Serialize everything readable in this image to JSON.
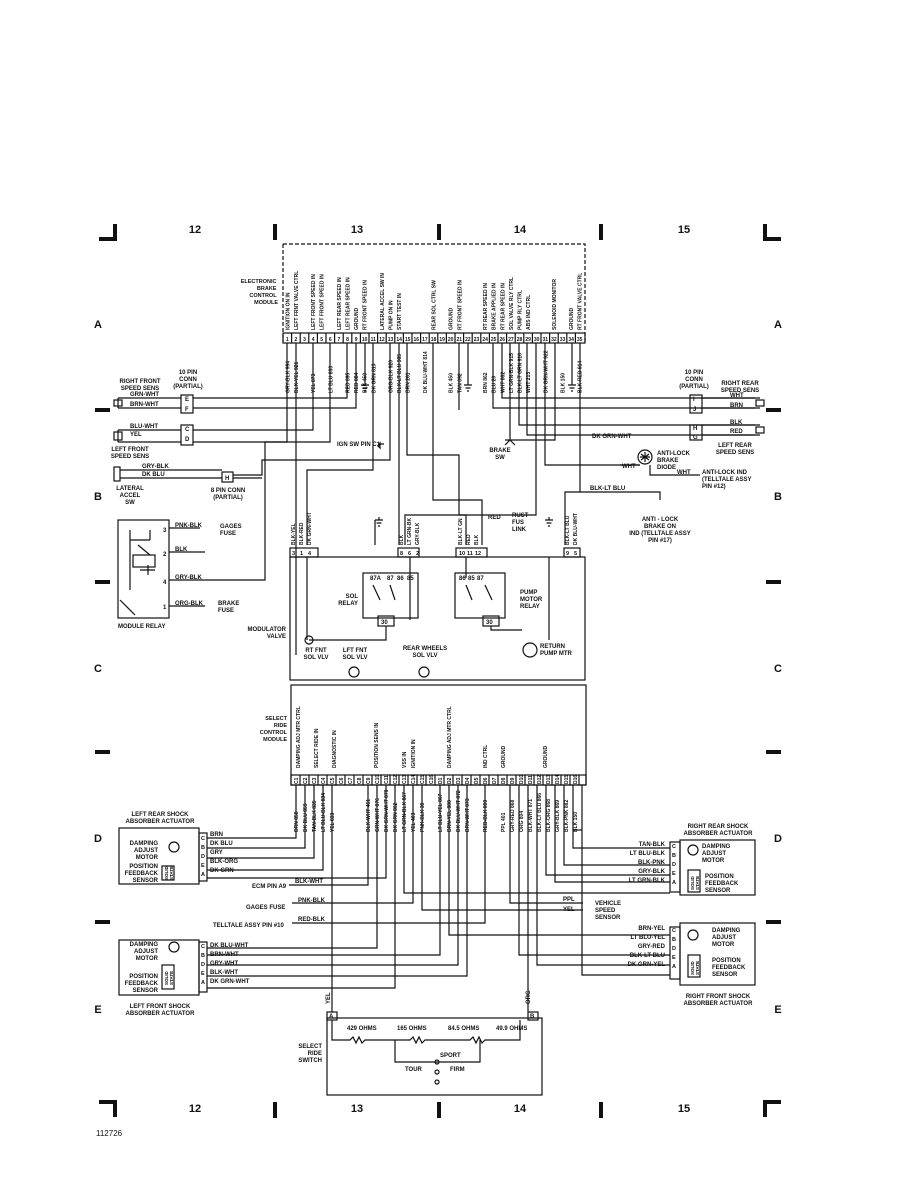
{
  "grid": {
    "columns": [
      "12",
      "13",
      "14",
      "15"
    ],
    "rows": [
      "A",
      "B",
      "C",
      "D",
      "E"
    ]
  },
  "ebcm": {
    "title": [
      "ELECTRONIC",
      "BRAKE",
      "CONTROL",
      "MODULE"
    ],
    "pin_labels": [
      "IGNITION ON IN",
      "LEFT FRNT VALVE CTRL",
      "",
      "LEFT FRONT SPEED IN",
      "LEFT FRONT SPEED IN",
      "",
      "LEFT REAR SPEED IN",
      "LEFT REAR SPEED IN",
      "GROUND",
      "RT FRONT SPEED IN",
      "",
      "LATERAL ACCEL SW IN",
      "PUMP ON IN",
      "START TEST IN",
      "",
      "",
      "",
      "REAR SOL CTRL SW",
      "",
      "GROUND",
      "RT FRONT SPEED IN",
      "",
      "",
      "RT REAR SPEED IN",
      "BRAKE APPLIED IN",
      "RT REAR SPEED IN",
      "SOL VALVE RLY CTRL",
      "PUMP RLY CTRL",
      "ABS IND CTRL",
      "",
      "",
      "SOLENOID MONITOR",
      "",
      "GROUND",
      "RT FRONT VALVE CTRL"
    ],
    "pins": [
      "1",
      "2",
      "3",
      "4",
      "5",
      "6",
      "7",
      "8",
      "9",
      "10",
      "11",
      "12",
      "13",
      "14",
      "15",
      "16",
      "17",
      "18",
      "19",
      "20",
      "21",
      "22",
      "23",
      "24",
      "25",
      "26",
      "27",
      "28",
      "29",
      "30",
      "31",
      "32",
      "33",
      "34",
      "35"
    ],
    "wires": [
      {
        "pin": 1,
        "label": "GRY-BLK 994"
      },
      {
        "pin": 2,
        "label": "BLK-YEL 921"
      },
      {
        "pin": 4,
        "label": "YEL 873"
      },
      {
        "pin": 6,
        "label": "LT BLU 833"
      },
      {
        "pin": 8,
        "label": "RED 895"
      },
      {
        "pin": 9,
        "label": "RED 884"
      },
      {
        "pin": 10,
        "label": "BLK 450"
      },
      {
        "pin": 11,
        "label": "DK GRN 813"
      },
      {
        "pin": 13,
        "label": "ORG-BLK 920"
      },
      {
        "pin": 14,
        "label": "BLK-LT BLU 985"
      },
      {
        "pin": 15,
        "label": "BRN 261"
      },
      {
        "pin": 17,
        "label": "DK BLU-WHT 814"
      },
      {
        "pin": 20,
        "label": "BLK 450"
      },
      {
        "pin": 21,
        "label": "TAN 892"
      },
      {
        "pin": 24,
        "label": "BRN 862"
      },
      {
        "pin": 25,
        "label": "BLU 20"
      },
      {
        "pin": 26,
        "label": "WHT 882"
      },
      {
        "pin": 27,
        "label": "LT GRN-BLK 915"
      },
      {
        "pin": 28,
        "label": "BLK-LT GRN 916"
      },
      {
        "pin": 29,
        "label": "WHT 213"
      },
      {
        "pin": 31,
        "label": "DK GRN-WHT 922"
      },
      {
        "pin": 33,
        "label": "BLK 150"
      },
      {
        "pin": 35,
        "label": "BLK-RED 914"
      }
    ]
  },
  "left_speed": {
    "rf_name": [
      "RIGHT FRONT",
      "SPEED SENS"
    ],
    "conn": [
      "10 PIN",
      "CONN",
      "(PARTIAL)"
    ],
    "rf_wires": [
      "GRN-WHT",
      "BRN-WHT"
    ],
    "rf_pins": [
      "E",
      "F"
    ],
    "lf_wires": [
      "BLU-WHT",
      "YEL"
    ],
    "lf_pins": [
      "C",
      "D"
    ],
    "lf_name": [
      "LEFT FRONT",
      "SPEED SENS"
    ]
  },
  "right_speed": {
    "conn": [
      "10 PIN",
      "CONN",
      "(PARTIAL)"
    ],
    "rr_name": [
      "RIGHT REAR",
      "SPEED SENS"
    ],
    "rr_wires": [
      "WHT",
      "BRN"
    ],
    "rr_pins": [
      "I",
      "J"
    ],
    "lr_wires": [
      "BLK",
      "RED"
    ],
    "lr_pins": [
      "H",
      "G"
    ],
    "lr_name": [
      "LEFT REAR",
      "SPEED SENS"
    ]
  },
  "misc_b": {
    "ign_sw": "IGN SW PIN C1",
    "brake_sw": [
      "BRAKE",
      "SW"
    ],
    "dk_grn_wht": "DK GRN-WHT",
    "wht": "WHT",
    "diode": [
      "ANTI-LOCK",
      "BRAKE",
      "DIODE"
    ],
    "anti_lock_ind": [
      "ANTI-LOCK IND",
      "(TELLTALE ASSY",
      "PIN #12)"
    ],
    "blk_lt_blu": "BLK-LT BLU",
    "brake_on": [
      "ANTI - LOCK",
      "BRAKE ON",
      "IND (TELLTALE ASSY",
      "PIN #17)"
    ],
    "lat_wires": [
      "GRY-BLK",
      "DK BLU"
    ],
    "lat_name": [
      "LATERAL",
      "ACCEL",
      "SW"
    ],
    "eight_pin": [
      "8 PIN CONN",
      "(PARTIAL)"
    ],
    "eight_pin_letter": "H",
    "rust_fus": [
      "RUST",
      "FUS",
      "LINK"
    ],
    "red": "RED"
  },
  "module_relay": {
    "name": "MODULE RELAY",
    "pins": [
      "3",
      "2",
      "4",
      "1"
    ],
    "wires": [
      "PNK-BLK",
      "BLK",
      "GRY-BLK",
      "ORG-BLK"
    ],
    "gages": [
      "GAGES",
      "FUSE"
    ],
    "brake_fuse": [
      "BRAKE",
      "FUSE"
    ]
  },
  "modulator": {
    "name": [
      "MODULATOR",
      "VALVE"
    ],
    "top_wires": [
      "BLK-YEL",
      "BLK-RED",
      "DK GRN-WHT",
      "BLK",
      "LT GRN-BK",
      "GRY-BLK",
      "BLK-LT GN",
      "RED",
      "BLK",
      "BLK-LT BLU",
      "DK BLU-WHT"
    ],
    "top_pins": [
      "3",
      "1",
      "4",
      "8",
      "6",
      "2",
      "10",
      "11",
      "12",
      "9",
      "5"
    ],
    "sol_relay": [
      "SOL",
      "RELAY"
    ],
    "sol_pins": [
      "87A",
      "87",
      "86",
      "85"
    ],
    "sol_30": "30",
    "pump_relay": [
      "PUMP",
      "MOTOR",
      "RELAY"
    ],
    "pump_pins": [
      "86",
      "85",
      "87"
    ],
    "pump_30": "30",
    "rt_fnt": [
      "RT FNT",
      "SOL VLV"
    ],
    "lft_fnt": [
      "LFT FNT",
      "SOL VLV"
    ],
    "rear": [
      "REAR WHEELS",
      "SOL VLV"
    ],
    "return": [
      "RETURN",
      "PUMP MTR"
    ]
  },
  "srcm": {
    "name": [
      "SELECT",
      "RIDE",
      "CONTROL",
      "MODULE"
    ],
    "groups": [
      "DAMPING ADJ MTR CTRL",
      "SELECT RIDE IN",
      "DIAGNOSTIC IN",
      "POSITION SENS IN",
      "VSS IN",
      "IGNITION IN",
      "DAMPING ADJ MTR CTRL",
      "IND CTRL",
      "GROUND",
      "GROUND"
    ],
    "pins": [
      "C1",
      "C2",
      "C3",
      "C4",
      "C5",
      "C6",
      "C7",
      "C8",
      "C9",
      "C10",
      "C11",
      "C12",
      "C13",
      "C14",
      "C15",
      "C16",
      "D1",
      "D2",
      "D3",
      "D4",
      "D5",
      "D6",
      "D7",
      "D8",
      "D9",
      "D10",
      "D11",
      "D12",
      "D13",
      "D14",
      "D15",
      "D16"
    ],
    "wires": [
      {
        "pin": "C1",
        "label": "BRN 858"
      },
      {
        "pin": "C2",
        "label": "DK BLU 859"
      },
      {
        "pin": "C3",
        "label": "TAN-BLK 835"
      },
      {
        "pin": "C4",
        "label": "LT BLU-BLK 834"
      },
      {
        "pin": "C5",
        "label": "YEL 833"
      },
      {
        "pin": "C9",
        "label": "BLK-WHT 451"
      },
      {
        "pin": "C10",
        "label": "GRN-WHT 876"
      },
      {
        "pin": "C11",
        "label": "DK GRN-WHT 870"
      },
      {
        "pin": "C12",
        "label": "DK GRN 862"
      },
      {
        "pin": "C13",
        "label": "LT GRN-BLK 867"
      },
      {
        "pin": "C14",
        "label": "YEL 403"
      },
      {
        "pin": "C15",
        "label": "PNK-BLK 39"
      },
      {
        "pin": "D1",
        "label": "LT BLU-YEL 867"
      },
      {
        "pin": "D2",
        "label": "BRN-YEL 888"
      },
      {
        "pin": "D3",
        "label": "DK BLU-WHT 872"
      },
      {
        "pin": "D4",
        "label": "BRN-WHT 873"
      },
      {
        "pin": "D6",
        "label": "RED-BLK 899"
      },
      {
        "pin": "D8",
        "label": "PPL 401"
      },
      {
        "pin": "D9",
        "label": "GRY-RED 868"
      },
      {
        "pin": "D10",
        "label": "ORG 804"
      },
      {
        "pin": "D11",
        "label": "BLK-WHT 871"
      },
      {
        "pin": "D12",
        "label": "BLK-LT BLU 866"
      },
      {
        "pin": "D13",
        "label": "BLK-ORG 868"
      },
      {
        "pin": "D14",
        "label": "GRY-BLK 869"
      },
      {
        "pin": "D15",
        "label": "BLK-PNK 882"
      },
      {
        "pin": "D16",
        "label": "BLK 150"
      }
    ]
  },
  "lr_shock": {
    "title": [
      "LEFT REAR SHOCK",
      "ABSORBER ACTUATOR"
    ],
    "motor": [
      "DAMPING",
      "ADJUST",
      "MOTOR"
    ],
    "sensor": [
      "POSITION",
      "FEEDBACK",
      "SENSOR"
    ],
    "solid": [
      "SOLID",
      "STATE"
    ],
    "pins": [
      "C",
      "B",
      "D",
      "E",
      "A"
    ],
    "wires": [
      "BRN",
      "DK BLU",
      "GRY",
      "BLK-ORG",
      "DK GRN"
    ]
  },
  "rr_shock": {
    "title": [
      "RIGHT REAR SHOCK",
      "ABSORBER ACTUATOR"
    ],
    "motor": [
      "DAMPING",
      "ADJUST",
      "MOTOR"
    ],
    "sensor": [
      "POSITION",
      "FEEDBACK",
      "SENSOR"
    ],
    "solid": [
      "SOLID",
      "STATE"
    ],
    "pins": [
      "C",
      "B",
      "D",
      "E",
      "A"
    ],
    "wires": [
      "TAN-BLK",
      "LT BLU-BLK",
      "BLK-PNK",
      "GRY-BLK",
      "LT GRN-BLK"
    ]
  },
  "lf_shock": {
    "title": [
      "LEFT FRONT SHOCK",
      "ABSORBER ACTUATOR"
    ],
    "motor": [
      "DAMPING",
      "ADJUST",
      "MOTOR"
    ],
    "sensor": [
      "POSITION",
      "FEEDBACK",
      "SENSOR"
    ],
    "solid": [
      "SOLID",
      "STATE"
    ],
    "pins": [
      "C",
      "B",
      "D",
      "E",
      "A"
    ],
    "wires": [
      "DK BLU-WHT",
      "BRN-WHT",
      "GRY-WHT",
      "BLK-WHT",
      "DK GRN-WHT"
    ]
  },
  "rf_shock": {
    "title": [
      "RIGHT FRONT SHOCK",
      "ABSORBER ACTUATOR"
    ],
    "motor": [
      "DAMPING",
      "ADJUST",
      "MOTOR"
    ],
    "sensor": [
      "POSITION",
      "FEEDBACK",
      "SENSOR"
    ],
    "solid": [
      "SOLID",
      "STATE"
    ],
    "pins": [
      "C",
      "B",
      "D",
      "E",
      "A"
    ],
    "wires": [
      "BRN-YEL",
      "LT BLU-YEL",
      "GRY-RED",
      "BLK-LT BLU",
      "DK GRN-YEL"
    ]
  },
  "mid_wires": {
    "ecm": "ECM PIN A9",
    "ecm_wire": "BLK-WHT",
    "gages": "GAGES FUSE",
    "gages_wire": "PNK-BLK",
    "telltale": "TELLTALE ASSY PIN #10",
    "telltale_wire": "RED-BLK",
    "vss_wires": [
      "PPL",
      "YEL"
    ],
    "vss_name": [
      "VEHICLE",
      "SPEED",
      "SENSOR"
    ]
  },
  "switch": {
    "name": [
      "SELECT",
      "RIDE",
      "SWITCH"
    ],
    "wires": [
      "YEL",
      "ORG"
    ],
    "pins": [
      "A",
      "B"
    ],
    "resistors": [
      "429 OHMS",
      "165 OHMS",
      "84.5 OHMS",
      "49.9 OHMS"
    ],
    "positions": [
      "SPORT",
      "TOUR",
      "FIRM"
    ]
  },
  "page_id": "112726"
}
